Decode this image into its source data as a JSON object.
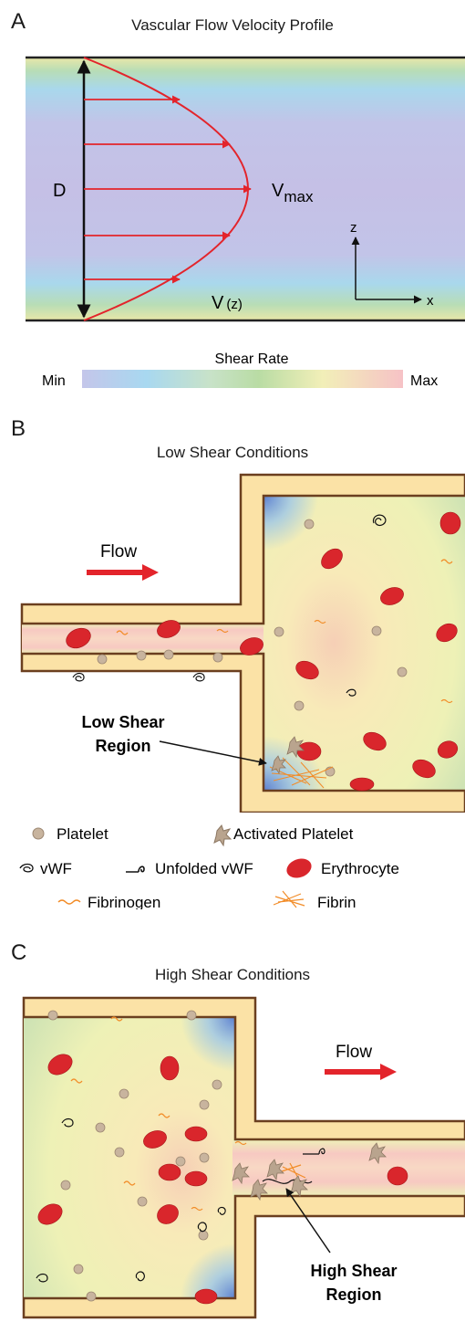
{
  "panel_a": {
    "letter": "A",
    "title": "Vascular Flow Velocity Profile",
    "diameter_label": "D",
    "vmax_label": "V",
    "vmax_sub": "max",
    "vz_label": "V",
    "vz_sub": "(z)",
    "axis_z": "z",
    "axis_x": "x",
    "colorbar_title": "Shear Rate",
    "colorbar_min": "Min",
    "colorbar_max": "Max"
  },
  "panel_b": {
    "letter": "B",
    "title": "Low Shear Conditions",
    "flow_label": "Flow",
    "region_label_line1": "Low Shear",
    "region_label_line2": "Region"
  },
  "legend": {
    "platelet": "Platelet",
    "activated_platelet": "Activated Platelet",
    "vwf": "vWF",
    "unfolded_vwf": "Unfolded vWF",
    "erythrocyte": "Erythrocyte",
    "fibrinogen": "Fibrinogen",
    "fibrin": "Fibrin"
  },
  "panel_c": {
    "letter": "C",
    "title": "High Shear Conditions",
    "flow_label": "Flow",
    "region_label_line1": "High Shear",
    "region_label_line2": "Region"
  },
  "colors": {
    "wall_fill": "#fbe2a6",
    "wall_stroke": "#6b3f1f",
    "arrow_red": "#e3242b",
    "rbc": "#d9262c",
    "platelet": "#c8b49e",
    "fibrinogen": "#f28c28"
  }
}
